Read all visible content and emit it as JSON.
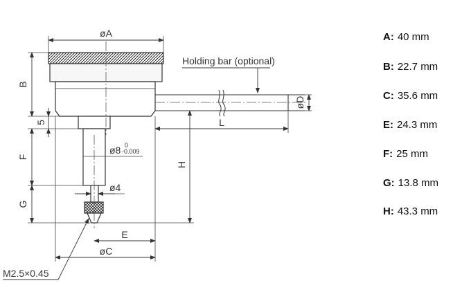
{
  "drawing": {
    "dim_A": "øA",
    "dim_B": "B",
    "dim_C": "øC",
    "dim_D": "øD",
    "dim_E": "E",
    "dim_F": "F",
    "dim_G": "G",
    "dim_H": "H",
    "dim_L": "L",
    "dim_5": "5",
    "stem_dia": "ø8",
    "stem_tol_upper": "0",
    "stem_tol_lower": "-0.009",
    "spindle_dia": "ø4",
    "thread": "M2.5×0.45",
    "holding_bar": "Holding bar (optional)"
  },
  "specs": [
    {
      "key": "A:",
      "value": "40 mm"
    },
    {
      "key": "B:",
      "value": "22.7 mm"
    },
    {
      "key": "C:",
      "value": "35.6 mm"
    },
    {
      "key": "E:",
      "value": "24.3 mm"
    },
    {
      "key": "F:",
      "value": "25 mm"
    },
    {
      "key": "G:",
      "value": "13.8 mm"
    },
    {
      "key": "H:",
      "value": "43.3 mm"
    }
  ]
}
